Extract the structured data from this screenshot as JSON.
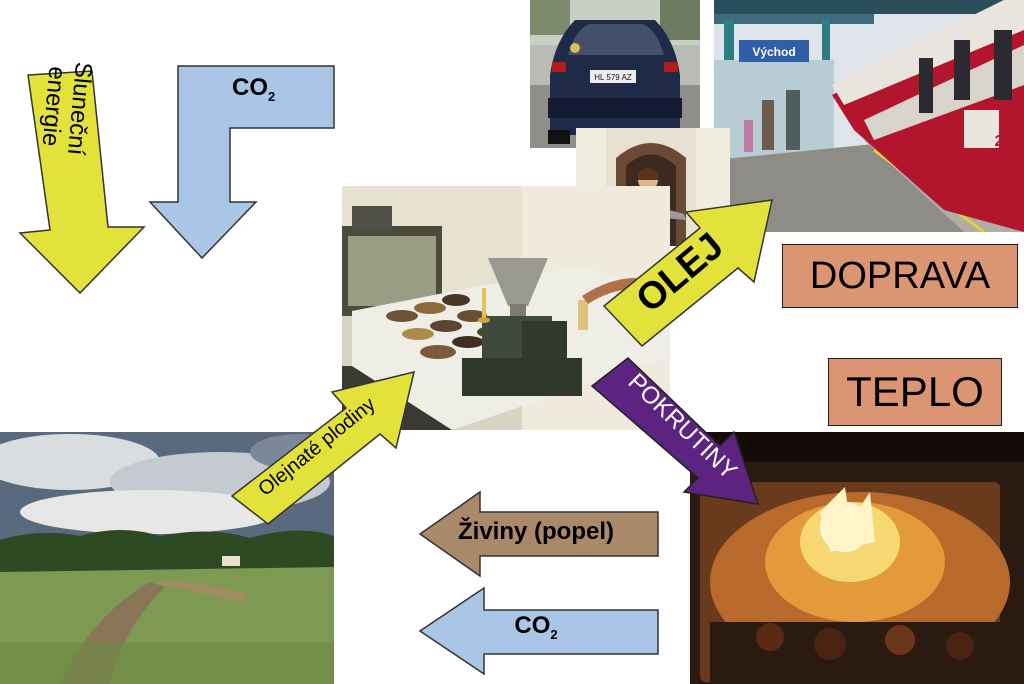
{
  "labels": {
    "solar": "Sluneční energie",
    "co2_top": "CO",
    "co2_top_sub": "2",
    "oil_crops": "Olejnaté plodiny",
    "oil": "OLEJ",
    "transport": "DOPRAVA",
    "heat": "TEPLO",
    "press_cake": "POKRUTINY",
    "nutrients": "Živiny (popel)",
    "co2_bottom": "CO",
    "co2_bottom_sub": "2",
    "station_sign": "Východ",
    "license_plate": "HL 579 AZ",
    "train_number": "2"
  },
  "colors": {
    "yellow_arrow": "#e2e23a",
    "blue_arrow": "#a9c6e6",
    "purple_arrow": "#5c2480",
    "brown_arrow": "#a9896a",
    "label_box": "#db9573"
  },
  "photos": [
    {
      "name": "car-photo",
      "subject": "dark hatchback car rear view"
    },
    {
      "name": "train-station-photo",
      "subject": "red passenger train at platform"
    },
    {
      "name": "boiler-room-photo",
      "subject": "man with boiler"
    },
    {
      "name": "oil-press-photo",
      "subject": "oil press with seed bowls"
    },
    {
      "name": "field-photo",
      "subject": "rural field with path and forest"
    },
    {
      "name": "furnace-fire-photo",
      "subject": "burning fire in furnace"
    }
  ]
}
